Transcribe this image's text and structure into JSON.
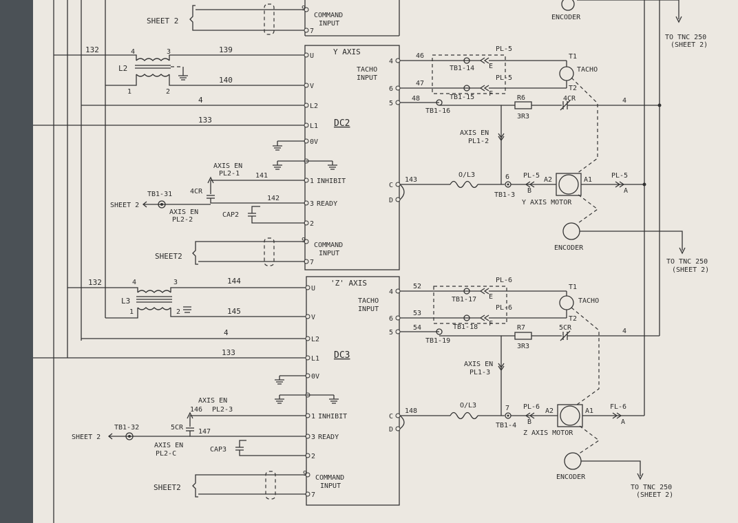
{
  "labels": {
    "sheet2": "SHEET 2",
    "sheet2_b": "SHEET2",
    "command": "COMMAND",
    "input": "INPUT",
    "encoder": "ENCODER",
    "to_tnc": "TO TNC 250",
    "sheet2_paren": "(SHEET 2)",
    "tacho": "TACHO",
    "tacho_input_1": "TACHO",
    "tacho_input_2": "INPUT",
    "inhibit": "INHIBIT",
    "ready": "READY",
    "axis_en": "AXIS EN",
    "y_motor": "Y AXIS MOTOR",
    "z_motor": "Z AXIS MOTOR",
    "ol3": "O/L3",
    "r6": "R6",
    "r7": "R7",
    "r3r3": "3R3",
    "t1": "T1",
    "t2": "T2"
  },
  "y_section": {
    "axis_title": "Y AXIS",
    "drive": "DC2",
    "transformer": "L2",
    "cap": "CAP2",
    "relay": "4CR",
    "relay_contact": "4CR",
    "tb_ready": "TB1-31",
    "axis_en_inhibit": "PL2-1",
    "axis_en_ready": "PL2-2",
    "axis_en_mid": "PL1-2",
    "tb_tacho_e": "TB1-14",
    "tb_tacho_f": "TB1-15",
    "tb_5": "TB1-16",
    "tb_motor": "TB1-3",
    "pl": "PL-5",
    "wires": {
      "w132": "132",
      "w139": "139",
      "w140": "140",
      "w4": "4",
      "w133": "133",
      "w141": "141",
      "w142": "142",
      "w46": "46",
      "w47": "47",
      "w48": "48",
      "w143": "143",
      "w6": "6"
    }
  },
  "z_section": {
    "axis_title": "'Z' AXIS",
    "drive": "DC3",
    "transformer": "L3",
    "cap": "CAP3",
    "relay": "5CR",
    "relay_contact": "5CR",
    "tb_ready": "TB1-32",
    "axis_en_inhibit": "PL2-3",
    "axis_en_ready": "PL2-C",
    "axis_en_mid": "PL1-3",
    "tb_tacho_e": "TB1-17",
    "tb_tacho_f": "TB1-18",
    "tb_5": "TB1-19",
    "tb_motor": "TB1-4",
    "pl": "PL-6",
    "pl_right": "FL-6",
    "wires": {
      "w132": "132",
      "w144": "144",
      "w145": "145",
      "w4": "4",
      "w133": "133",
      "w146": "146",
      "w147": "147",
      "w52": "52",
      "w53": "53",
      "w54": "54",
      "w148": "148",
      "w7": "7"
    }
  },
  "pins": {
    "u": "U",
    "v": "V",
    "l2": "L2",
    "l1": "L1",
    "ov": "0V",
    "p1": "1",
    "p2": "2",
    "p3": "3",
    "p4": "4",
    "p5": "5",
    "p6": "6",
    "p7": "7",
    "p9": "9",
    "c": "C",
    "d": "D",
    "e": "E",
    "f": "F",
    "a": "A",
    "b": "B",
    "a1": "A1",
    "a2": "A2"
  }
}
